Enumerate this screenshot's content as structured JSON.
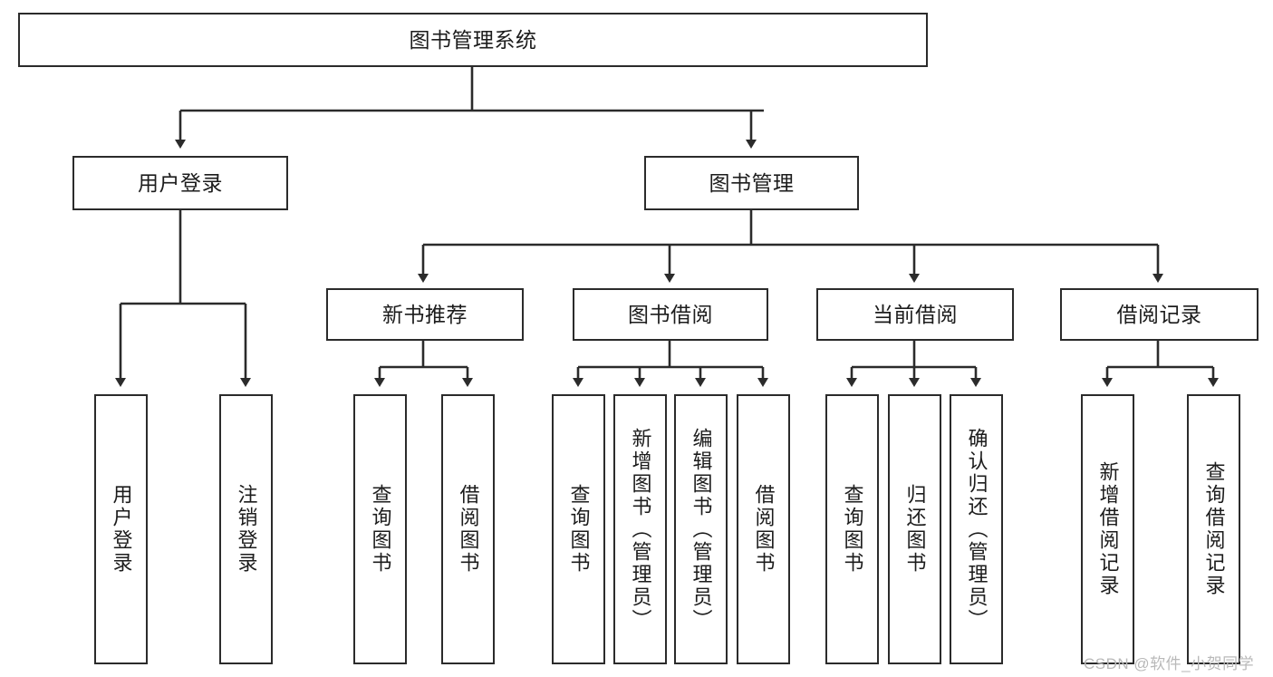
{
  "diagram": {
    "type": "tree",
    "title": "图书管理系统",
    "stroke_color": "#2b2b2b",
    "fill_color": "#ffffff",
    "text_color": "#1c1c1c"
  },
  "nodes": {
    "root": {
      "label": "图书管理系统"
    },
    "level1": [
      {
        "label": "用户登录"
      },
      {
        "label": "图书管理"
      }
    ],
    "level2": [
      {
        "label": "新书推荐"
      },
      {
        "label": "图书借阅"
      },
      {
        "label": "当前借阅"
      },
      {
        "label": "借阅记录"
      }
    ],
    "leaves": {
      "user_login": [
        {
          "label": "用户登录"
        },
        {
          "label": "注销登录"
        }
      ],
      "new_book_recommend": [
        {
          "label": "查询图书"
        },
        {
          "label": "借阅图书"
        }
      ],
      "book_borrow": [
        {
          "label": "查询图书"
        },
        {
          "label": "新增图书（管理员）"
        },
        {
          "label": "编辑图书（管理员）"
        },
        {
          "label": "借阅图书"
        }
      ],
      "current_borrow": [
        {
          "label": "查询图书"
        },
        {
          "label": "归还图书"
        },
        {
          "label": "确认归还（管理员）"
        }
      ],
      "borrow_record": [
        {
          "label": "新增借阅记录"
        },
        {
          "label": "查询借阅记录"
        }
      ]
    }
  },
  "watermark": {
    "text": "CSDN @软件_小贺同学"
  }
}
